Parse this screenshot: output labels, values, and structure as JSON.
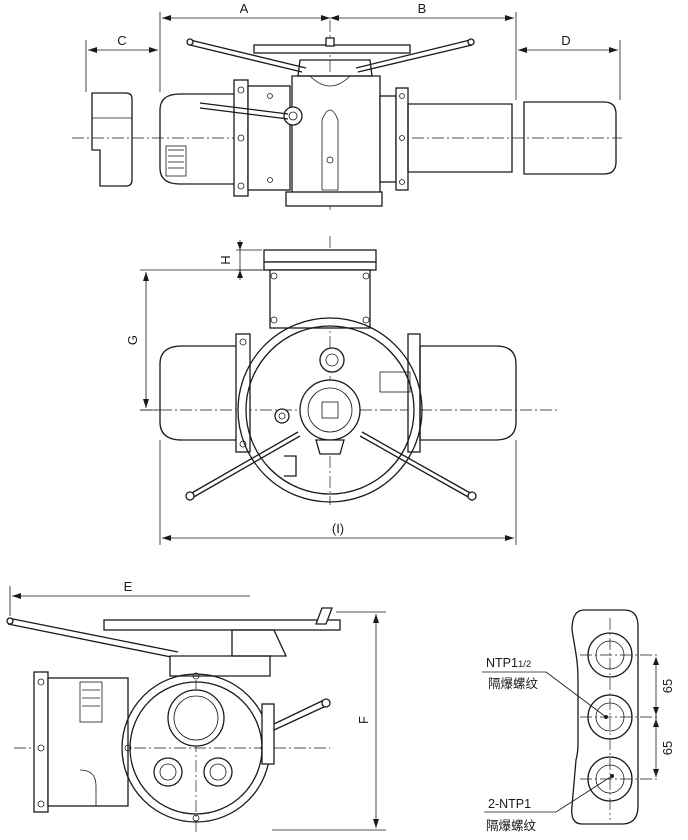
{
  "dimensions": {
    "a": "A",
    "b": "B",
    "c": "C",
    "d": "D",
    "e": "E",
    "f": "F",
    "g": "G",
    "h": "H",
    "i": "(I)"
  },
  "callouts": {
    "port_top_code": "NTP1",
    "port_top_frac": "1/2",
    "port_top_desc": "隔爆螺纹",
    "port_bottom_code": "2-NTP1",
    "port_bottom_desc": "隔爆螺纹",
    "spacing_upper": "65",
    "spacing_lower": "65"
  }
}
